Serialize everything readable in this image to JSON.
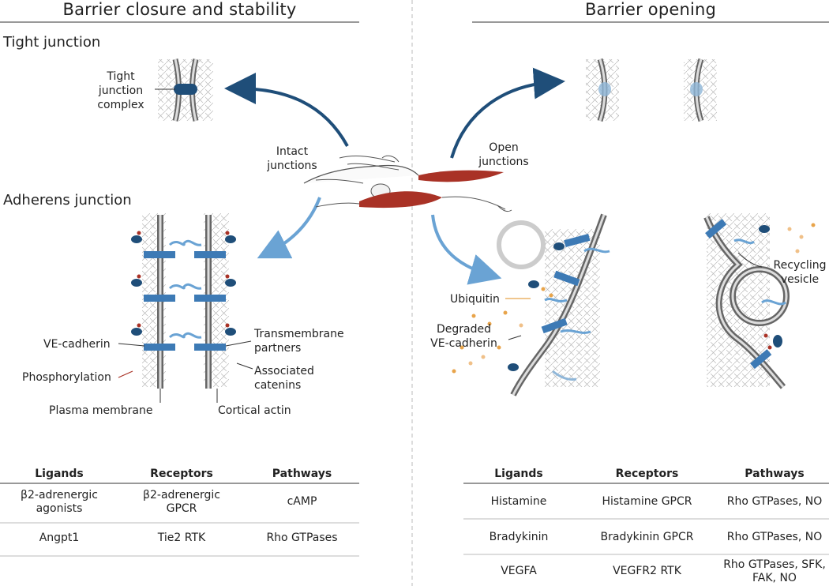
{
  "left": {
    "header": "Barrier closure and stability",
    "tight_junction_title": "Tight junction",
    "tight_junction_label": "Tight\njunction\ncomplex",
    "adherens_title": "Adherens  junction",
    "labels": {
      "ve_cadherin": "VE-cadherin",
      "phosphorylation": "Phosphorylation",
      "plasma_membrane": "Plasma membrane",
      "transmembrane": "Transmembrane\npartners",
      "catenins": "Associated\ncatenins",
      "cortical_actin": "Cortical actin"
    },
    "table": {
      "headers": [
        "Ligands",
        "Receptors",
        "Pathways"
      ],
      "rows": [
        [
          "β2-adrenergic\nagonists",
          "β2-adrenergic\nGPCR",
          "cAMP"
        ],
        [
          "Angpt1",
          "Tie2 RTK",
          "Rho GTPases"
        ]
      ]
    }
  },
  "center": {
    "intact": "Intact\njunctions",
    "open": "Open\njunctions"
  },
  "right": {
    "header": "Barrier opening",
    "labels": {
      "ubiquitin": "Ubiquitin",
      "degraded": "Degraded\nVE-cadherin",
      "recycling": "Recycling\nvesicle"
    },
    "table": {
      "headers": [
        "Ligands",
        "Receptors",
        "Pathways"
      ],
      "rows": [
        [
          "Histamine",
          "Histamine GPCR",
          "Rho GTPases, NO"
        ],
        [
          "Bradykinin",
          "Bradykinin GPCR",
          "Rho GTPases, NO"
        ],
        [
          "VEGFA",
          "VEGFR2 RTK",
          "Rho GTPases, SFK,\nFAK, NO"
        ]
      ]
    }
  },
  "colors": {
    "dark_blue": "#1f4e79",
    "mid_blue": "#3d7ab5",
    "light_blue": "#7fb3dd",
    "membrane": "#7a7a7a",
    "red": "#a93226",
    "orange": "#e8a44a"
  }
}
